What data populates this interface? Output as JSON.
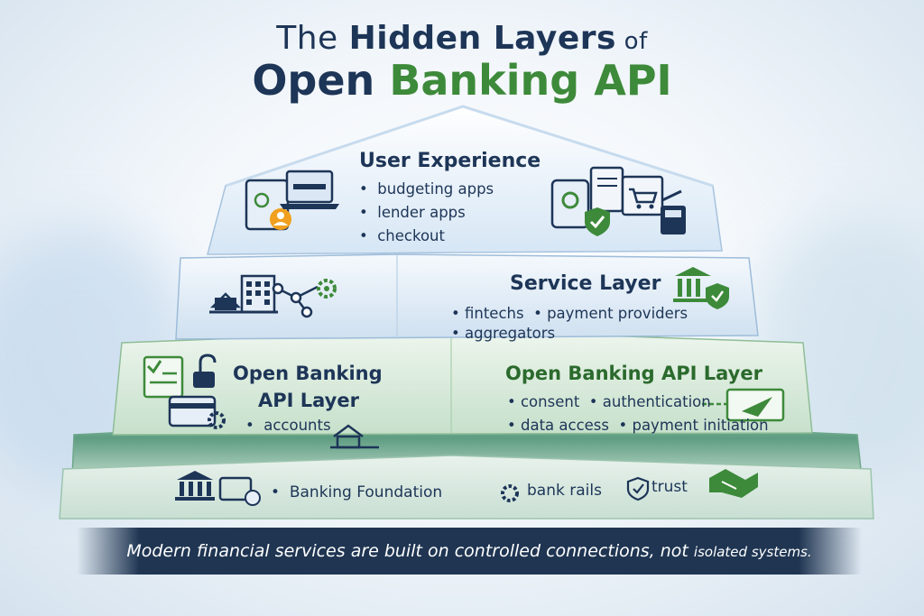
{
  "title": {
    "line1_pre": "The ",
    "line1_bold": "Hidden Layers",
    "line1_post": " of",
    "line2_blue": "Open ",
    "line2_green": "Banking API"
  },
  "layers": {
    "user_experience": {
      "heading": "User Experience",
      "items": [
        "budgeting apps",
        "lender apps",
        "checkout"
      ]
    },
    "service": {
      "heading": "Service Layer",
      "items": [
        "fintechs",
        "payment providers",
        "aggregators"
      ]
    },
    "api_left": {
      "heading_line1": "Open Banking",
      "heading_line2": "API Layer",
      "items": [
        "accounts"
      ]
    },
    "api_right": {
      "heading": "Open Banking API Layer",
      "items": [
        "consent",
        "authentication",
        "data access",
        "payment initiation"
      ]
    },
    "foundation": {
      "heading": "Banking Foundation",
      "items": [
        "bank rails",
        "trust"
      ]
    }
  },
  "banner": {
    "main": "Modern financial services are built on controlled connections, not ",
    "tail": "isolated systems."
  },
  "colors": {
    "navy": "#1d3557",
    "green": "#3d8a3a",
    "layer_blue": "#dce9f6",
    "layer_green": "#d7ead8",
    "base_green": "#5b9b80"
  },
  "icons": [
    "tablet-user-icon",
    "laptop-icon",
    "phone-checkout-icon",
    "shield-check-icon",
    "cart-icon",
    "card-terminal-icon",
    "bank-building-icon",
    "network-nodes-icon",
    "gear-icon",
    "bank-shield-icon",
    "checklist-icon",
    "unlock-icon",
    "card-gear-icon",
    "house-icon",
    "arrow-send-icon",
    "handshake-icon"
  ]
}
